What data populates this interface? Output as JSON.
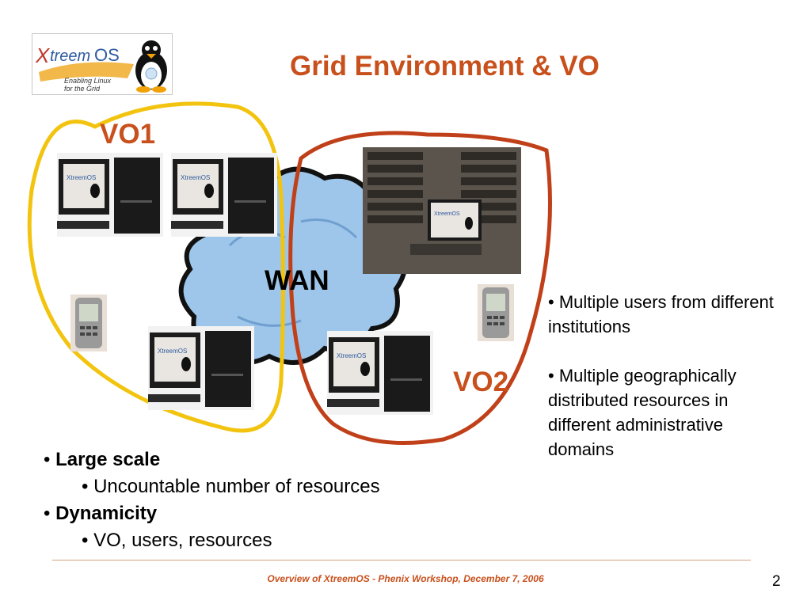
{
  "title": "Grid Environment & VO",
  "logo": {
    "brand": "XtreemOS",
    "tagline_line1": "Enabling Linux",
    "tagline_line2": "for the Grid"
  },
  "diagram": {
    "vo1_label": "VO1",
    "vo2_label": "VO2",
    "wan_label": "WAN",
    "screen_brand": "XtreemOS"
  },
  "right_bullets": [
    "• Multiple users  from different institutions",
    "• Multiple geographically distributed resources in different administrative domains"
  ],
  "main_bullets": {
    "b1_prefix": "• ",
    "b1_bold": "Large scale",
    "b1_sub": "• Uncountable number of resources",
    "b2_prefix": "• ",
    "b2_bold": "Dynamicity",
    "b2_sub": "• VO, users, resources"
  },
  "footer": "Overview of XtreemOS - Phenix Workshop, December 7, 2006",
  "page_number": "2",
  "colors": {
    "title": "#c8501c",
    "vo1_outline": "#f2c40f",
    "vo2_outline": "#c0401a",
    "cloud": "#9ec6ea"
  }
}
